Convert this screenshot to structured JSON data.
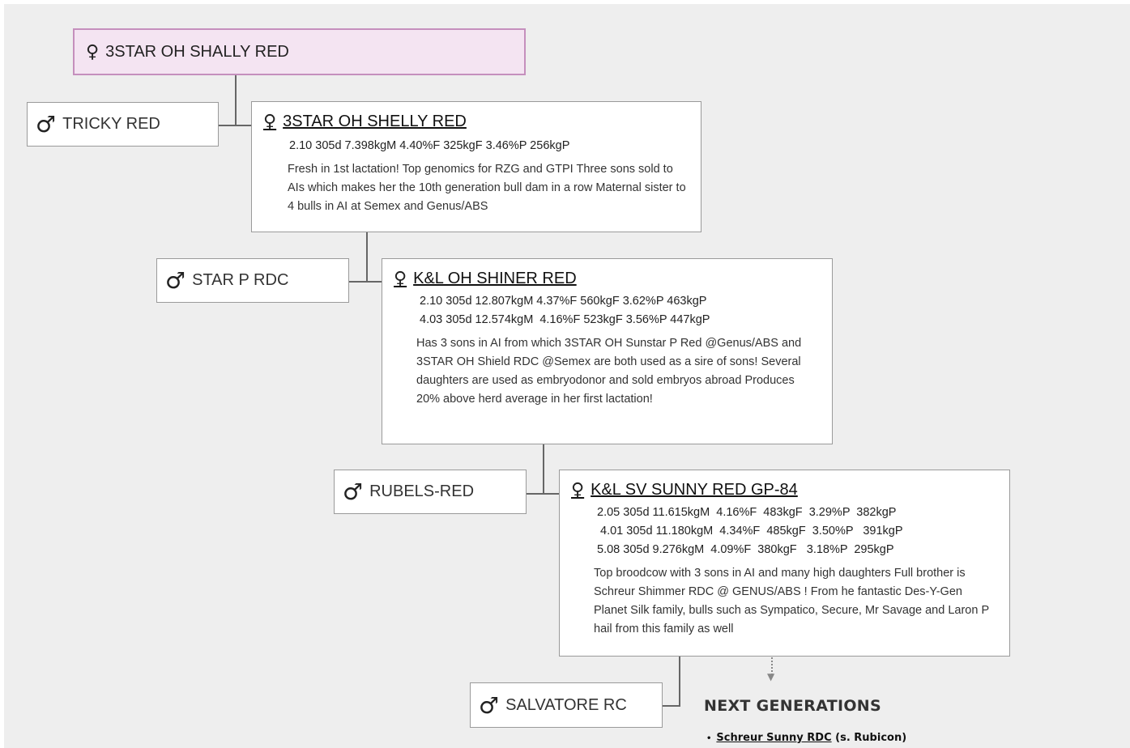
{
  "symbols": {
    "male": "♂",
    "female": "♀"
  },
  "root": {
    "name": "3STAR OH SHALLY RED"
  },
  "generations": [
    {
      "sire": "TRICKY RED",
      "dam": {
        "name": "3STAR OH SHELLY RED",
        "stats": [
          "2.10 305d 7.398kgM 4.40%F 325kgF 3.46%P 256kgP"
        ],
        "description": "Fresh in 1st lactation! Top genomics for RZG and GTPI Three sons sold to AIs which makes her the 10th generation bull dam in a row Maternal sister to 4 bulls in AI at Semex and Genus/ABS"
      }
    },
    {
      "sire": "STAR P RDC",
      "dam": {
        "name": "K&L OH SHINER RED",
        "stats": [
          "2.10 305d 12.807kgM 4.37%F 560kgF 3.62%P 463kgP",
          "4.03 305d 12.574kgM  4.16%F 523kgF 3.56%P 447kgP"
        ],
        "description": "Has 3 sons in AI from which 3STAR OH Sunstar P Red @Genus/ABS and 3STAR OH Shield RDC @Semex are both used as a sire of sons! Several daughters are used as embryodonor and sold embryos abroad Produces 20% above herd average in her first lactation!"
      }
    },
    {
      "sire": "RUBELS-RED",
      "dam": {
        "name": "K&L SV SUNNY RED GP-84",
        "stats": [
          "2.05 305d 11.615kgM  4.16%F  483kgF  3.29%P  382kgP",
          " 4.01 305d 11.180kgM  4.34%F  485kgF  3.50%P   391kgP",
          "5.08 305d 9.276kgM  4.09%F  380kgF   3.18%P  295kgP"
        ],
        "description": "Top broodcow with 3 sons in AI and many high daughters Full brother is Schreur Shimmer RDC @ GENUS/ABS ! From he fantastic Des-Y-Gen Planet Silk family, bulls such as Sympatico, Secure, Mr Savage and Laron P hail from this family as well"
      }
    },
    {
      "sire": "SALVATORE RC"
    }
  ],
  "next_generations": {
    "title": "NEXT GENERATIONS",
    "items": [
      {
        "name": "Schreur Sunny RDC",
        "suffix": " (s. Rubicon)"
      }
    ]
  }
}
